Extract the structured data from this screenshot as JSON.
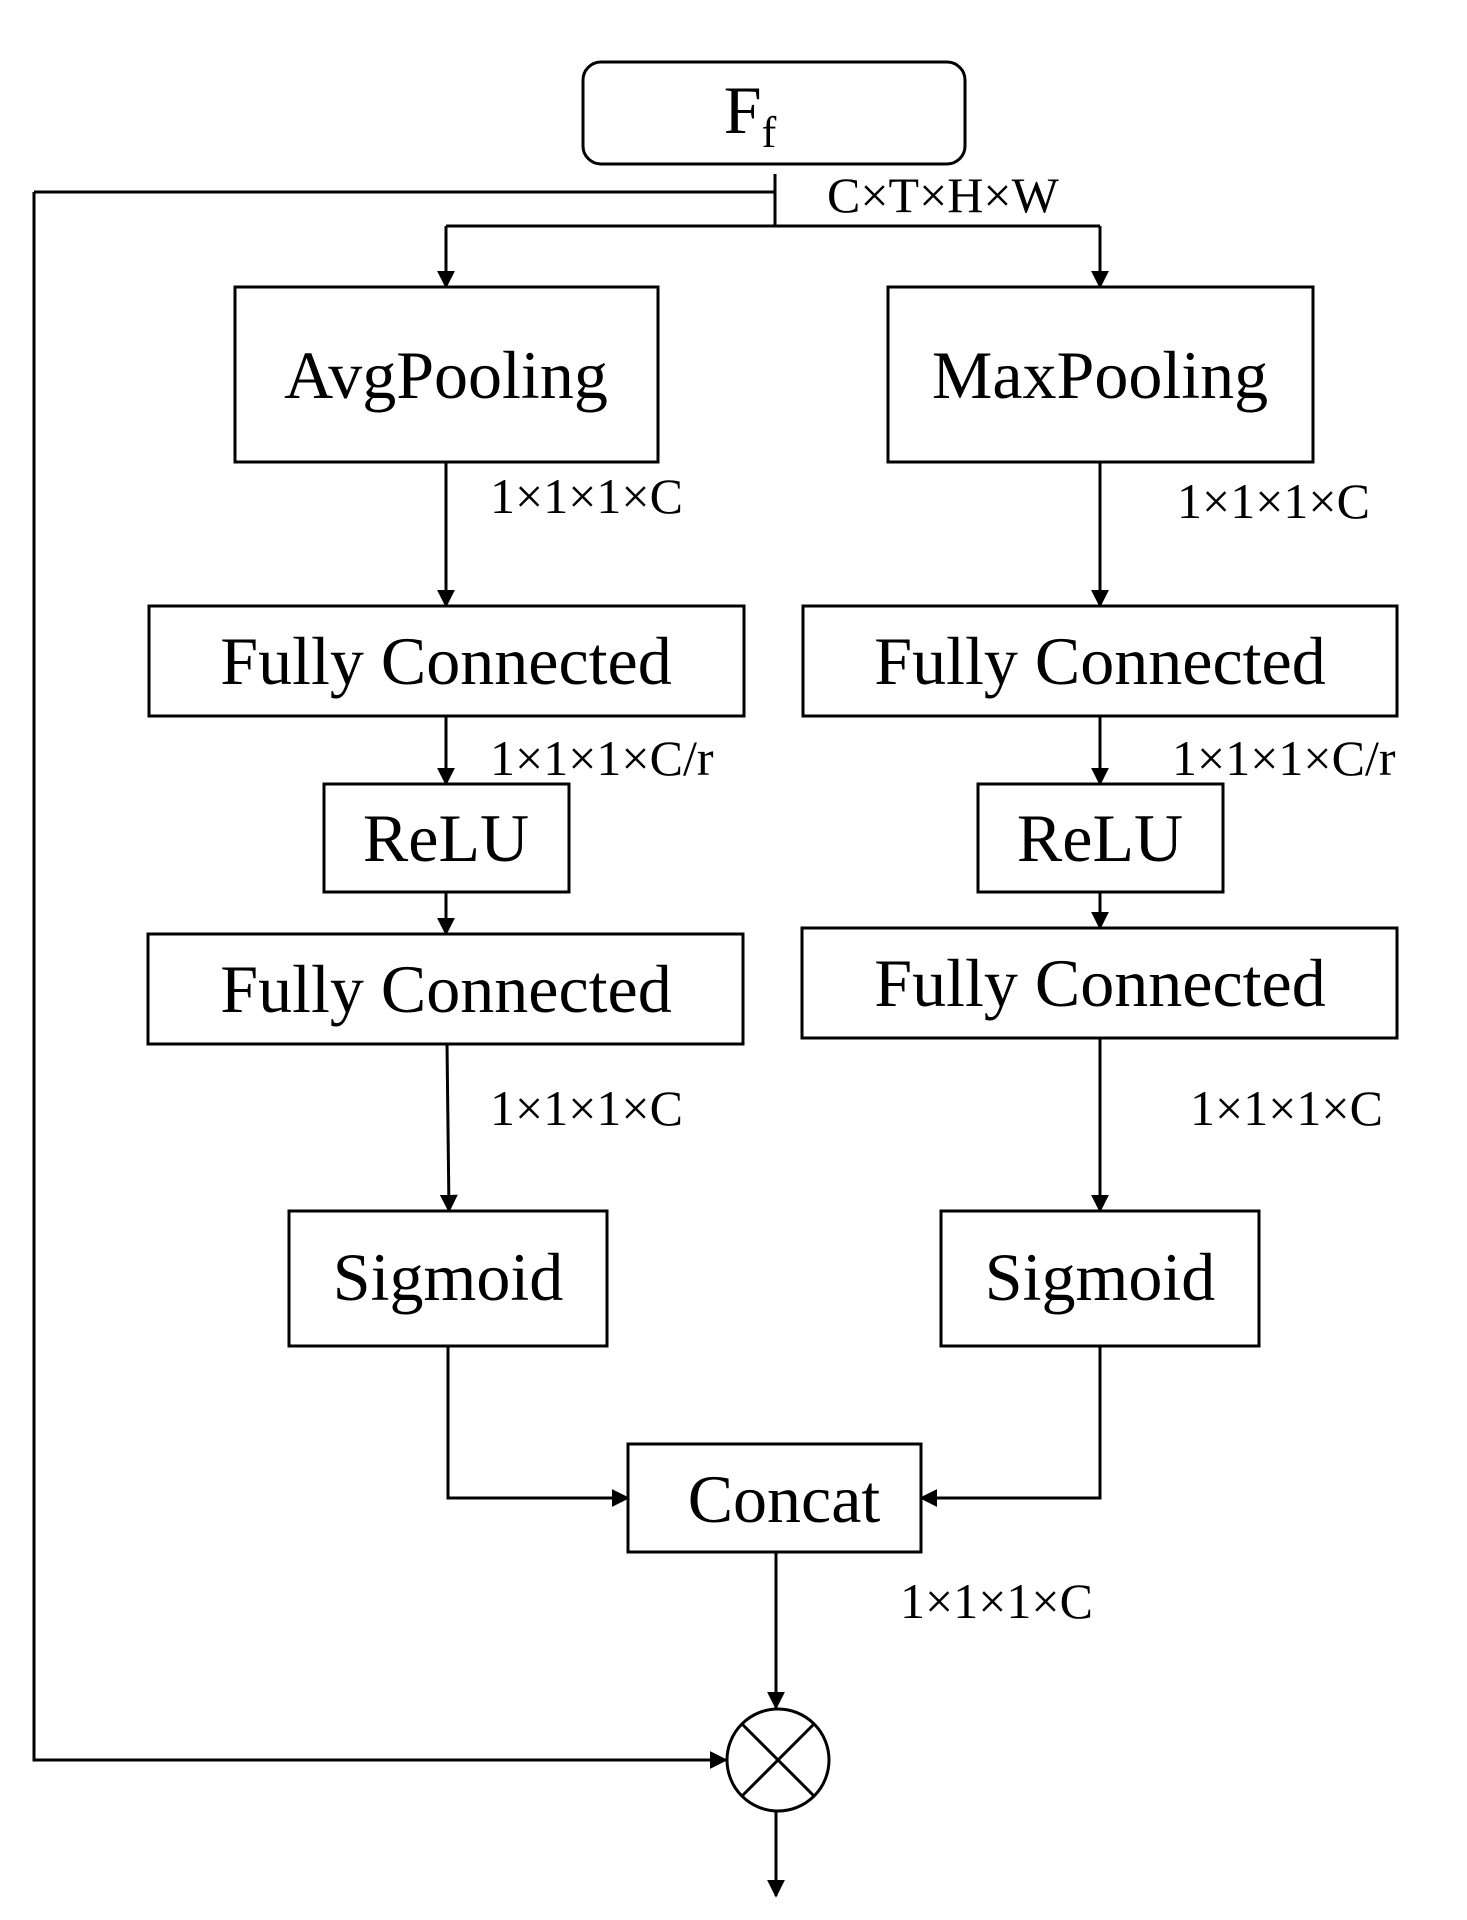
{
  "input": {
    "label": "F",
    "subscript": "f",
    "shape": "C×T×H×W"
  },
  "left_branch": {
    "pool_label": "AvgPooling",
    "pool_out": "1×1×1×C",
    "fc1_label": "Fully Connected",
    "fc1_out": "1×1×1×C/r",
    "relu_label": "ReLU",
    "fc2_label": "Fully Connected",
    "fc2_out": "1×1×1×C",
    "sigmoid_label": "Sigmoid"
  },
  "right_branch": {
    "pool_label": "MaxPooling",
    "pool_out": "1×1×1×C",
    "fc1_label": "Fully Connected",
    "fc1_out": "1×1×1×C/r",
    "relu_label": "ReLU",
    "fc2_label": "Fully Connected",
    "fc2_out": "1×1×1×C",
    "sigmoid_label": "Sigmoid"
  },
  "concat": {
    "label": "Concat",
    "out": "1×1×1×C"
  },
  "multiply": {
    "symbol": "⊗"
  }
}
